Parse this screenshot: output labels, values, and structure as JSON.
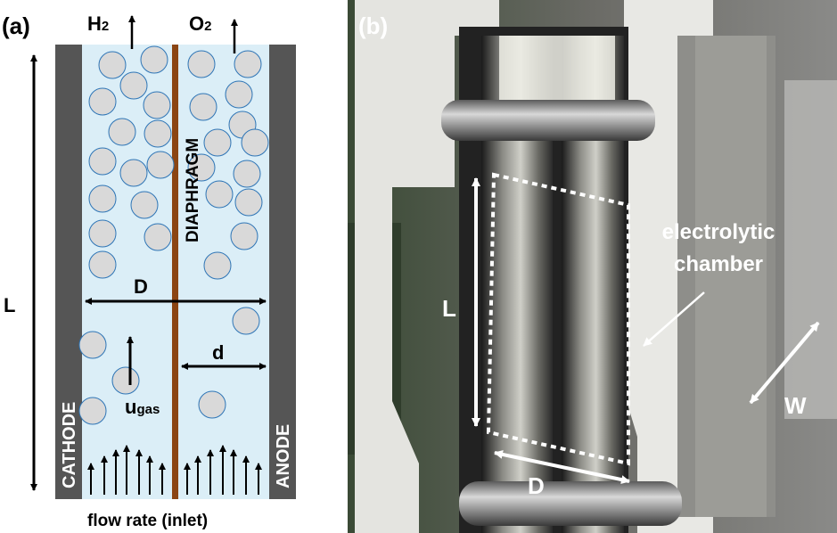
{
  "panel_a": {
    "label": "(a)",
    "gas_left": {
      "main": "H",
      "sub": "2"
    },
    "gas_right": {
      "main": "O",
      "sub": "2"
    },
    "diaphragm": "DIAPHRAGM",
    "cathode": "CATHODE",
    "anode": "ANODE",
    "length_label": "L",
    "width_label": "D",
    "half_width_label": "d",
    "velocity": {
      "main": "u",
      "sub": "gas"
    },
    "inlet_label": "flow rate (inlet)",
    "colors": {
      "electrode": "#555555",
      "electrolyte": "#dbeef7",
      "diaphragm": "#8b4513",
      "bubble": "#d9d9d9",
      "bubble_edge": "#2e75b6"
    }
  },
  "panel_b": {
    "label": "(b)",
    "length_label": "L",
    "width_label": "D",
    "depth_label": "W",
    "callout": [
      "electrolytic",
      "chamber"
    ]
  }
}
